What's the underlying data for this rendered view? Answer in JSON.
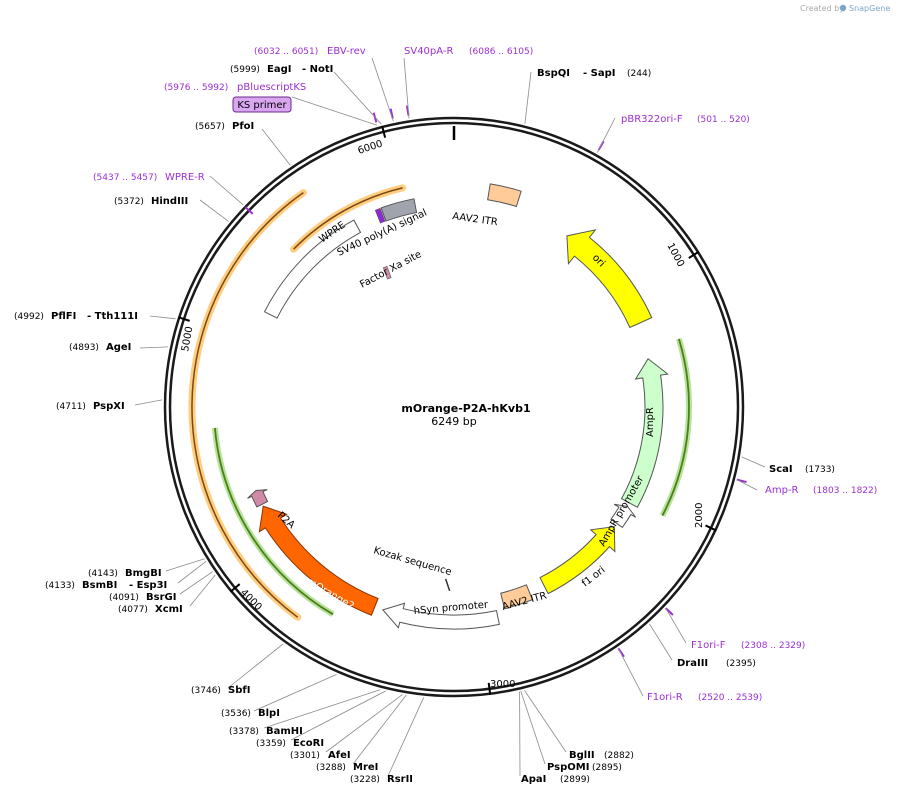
{
  "credit": {
    "prefix": "Created by",
    "brand": "SnapGene"
  },
  "plasmid": {
    "name": "mOrange-P2A-hKvb1",
    "length_label": "6249 bp",
    "length": 6249
  },
  "colors": {
    "backbone": "#1a1a1a",
    "primer": "#9b30d0",
    "ori": "#ffff00",
    "ampr": "#ccffcc",
    "aav2": "#ffcc99",
    "morange": "#ff6600",
    "p2a": "#d08aa8",
    "wpre": "#ffffff",
    "sv40": "#a0a4ac",
    "highlight": "#ffcc80",
    "orf_line": "#4d7f1a"
  },
  "ticks": [
    "1000",
    "2000",
    "3000",
    "4000",
    "5000",
    "6000"
  ],
  "enzymes": [
    {
      "name": "BspQI",
      "suffix": "- SapI",
      "pos": "(244)"
    },
    {
      "name": "ScaI",
      "suffix": "",
      "pos": "(1733)"
    },
    {
      "name": "DraIII",
      "suffix": "",
      "pos": "(2395)"
    },
    {
      "name": "BglII",
      "suffix": "",
      "pos": "(2882)"
    },
    {
      "name": "PspOMI",
      "suffix": "",
      "pos": "(2895)"
    },
    {
      "name": "ApaI",
      "suffix": "",
      "pos": "(2899)"
    },
    {
      "name": "RsrII",
      "suffix": "",
      "pos": "(3228)"
    },
    {
      "name": "MreI",
      "suffix": "",
      "pos": "(3288)"
    },
    {
      "name": "AfeI",
      "suffix": "",
      "pos": "(3301)"
    },
    {
      "name": "EcoRI",
      "suffix": "",
      "pos": "(3359)"
    },
    {
      "name": "BamHI",
      "suffix": "",
      "pos": "(3378)"
    },
    {
      "name": "BlpI",
      "suffix": "",
      "pos": "(3536)"
    },
    {
      "name": "SbfI",
      "suffix": "",
      "pos": "(3746)"
    },
    {
      "name": "XcmI",
      "suffix": "",
      "pos": "(4077)"
    },
    {
      "name": "BsrGI",
      "suffix": "",
      "pos": "(4091)"
    },
    {
      "name": "BsmBI",
      "suffix": "- Esp3I",
      "pos": "(4133)"
    },
    {
      "name": "BmgBI",
      "suffix": "",
      "pos": "(4143)"
    },
    {
      "name": "PspXI",
      "suffix": "",
      "pos": "(4711)"
    },
    {
      "name": "AgeI",
      "suffix": "",
      "pos": "(4893)"
    },
    {
      "name": "PflFI",
      "suffix": "- Tth111I",
      "pos": "(4992)"
    },
    {
      "name": "HindIII",
      "suffix": "",
      "pos": "(5372)"
    },
    {
      "name": "PfoI",
      "suffix": "",
      "pos": "(5657)"
    },
    {
      "name": "EagI",
      "suffix": "- NotI",
      "pos": "(5999)"
    }
  ],
  "primers": [
    {
      "name": "pBR322ori-F",
      "pos": "(501 .. 520)"
    },
    {
      "name": "Amp-R",
      "pos": "(1803 .. 1822)"
    },
    {
      "name": "F1ori-F",
      "pos": "(2308 .. 2329)"
    },
    {
      "name": "F1ori-R",
      "pos": "(2520 .. 2539)"
    },
    {
      "name": "WPRE-R",
      "pos": "(5437 .. 5457)"
    },
    {
      "name": "pBluescriptKS",
      "pos": "(5976 .. 5992)"
    },
    {
      "name": "EBV-rev",
      "pos": "(6032 .. 6051)"
    },
    {
      "name": "SV40pA-R",
      "pos": "(6086 .. 6105)"
    }
  ],
  "ks_primer": "KS primer",
  "features": {
    "aav2_itr_top": "AAV2 ITR",
    "ori": "ori",
    "ampr": "AmpR",
    "ampr_promoter": "AmpR promoter",
    "f1_ori": "f1 ori",
    "aav2_itr_bottom": "AAV2 ITR",
    "hsyn": "hSyn promoter",
    "kozak": "Kozak sequence",
    "morange": "mOrange2",
    "p2a": "P2A",
    "wpre": "WPRE",
    "sv40": "SV40 poly(A) signal",
    "factor_xa": "Factor Xa site"
  }
}
